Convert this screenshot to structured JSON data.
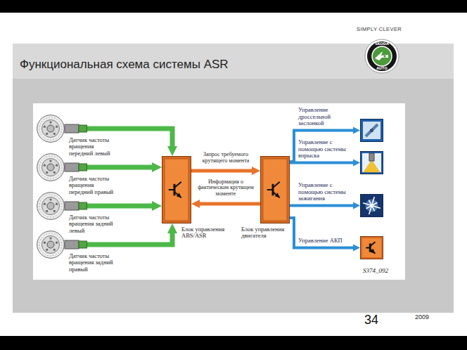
{
  "diagram": {
    "title": "Функциональная схема системы ASR",
    "nodes": [
      {
        "text": [
          "Датчик частоты вращения передний левый"
        ]
      },
      {
        "text": [
          "Датчик частоты вращения передний правый"
        ]
      },
      {
        "text": [
          "Датчик частоты вращения задний левый"
        ]
      },
      {
        "text": [
          "Датчик частоты вращения задний правый"
        ]
      },
      {
        "text": [
          "Блок управления ABS/ASR"
        ]
      },
      {
        "text": [
          "Блок управления двигателя"
        ]
      },
      {
        "text": [
          "Управление дроссельной заслонкой"
        ]
      },
      {
        "text": [
          "Управление с помощью системы впрыска"
        ]
      },
      {
        "text": [
          "Управление с помощью системы зажигания"
        ]
      },
      {
        "text": [
          "Управление АКП"
        ]
      }
    ],
    "edges": [
      {
        "from": 0,
        "to": 4,
        "arrow": "to"
      },
      {
        "from": 1,
        "to": 4,
        "arrow": "to"
      },
      {
        "from": 2,
        "to": 4,
        "arrow": "to"
      },
      {
        "from": 3,
        "to": 4,
        "arrow": "to"
      },
      {
        "from": 4,
        "to": 5,
        "label": "Запрос требуемого крутящего момента",
        "arrow": "to"
      },
      {
        "from": 5,
        "to": 4,
        "label": "Информация о фактическом крутящем моменте",
        "arrow": "to"
      },
      {
        "from": 5,
        "to": 6,
        "arrow": "to"
      },
      {
        "from": 5,
        "to": 7,
        "arrow": "to"
      },
      {
        "from": 5,
        "to": 8,
        "arrow": "to"
      },
      {
        "from": 5,
        "to": 9,
        "arrow": "to"
      }
    ],
    "labels": [
      "SIMPLY CLEVER",
      "ŠKODA",
      "AUTO",
      "S374_092",
      "34",
      "2009"
    ]
  }
}
